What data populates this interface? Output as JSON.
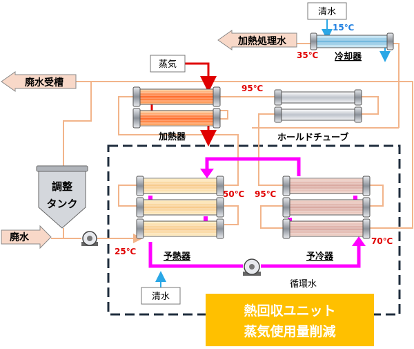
{
  "labels": {
    "fresh_water_top": "清水",
    "temp_15": "15℃",
    "heated_water_out": "加熱処理水",
    "temp_35": "35℃",
    "cooler": "冷却器",
    "steam": "蒸気",
    "wastewater_tank": "廃水受槽",
    "temp_95_top": "95℃",
    "heater": "加熱器",
    "hold_tube": "ホールドチューブ",
    "adjust_tank_1": "調整",
    "adjust_tank_2": "タンク",
    "temp_50": "50℃",
    "temp_95_mid": "95℃",
    "wastewater_in": "廃水",
    "temp_25": "25℃",
    "preheater": "予熱器",
    "precooler": "予冷器",
    "temp_70": "70℃",
    "circulating_water": "循環水",
    "fresh_water_bottom": "清水",
    "highlight_line1": "熱回収ユニット",
    "highlight_line2": "蒸気使用量削減"
  },
  "colors": {
    "water_line": "#f2b48a",
    "circulation": "#ff00ff",
    "steam_line": "#e00000",
    "fresh_water": "#2aa7e6",
    "highlight_box": "#ffc000",
    "unit_border": "#1f2d3d",
    "arrow_fill": "#f8d8c8"
  }
}
